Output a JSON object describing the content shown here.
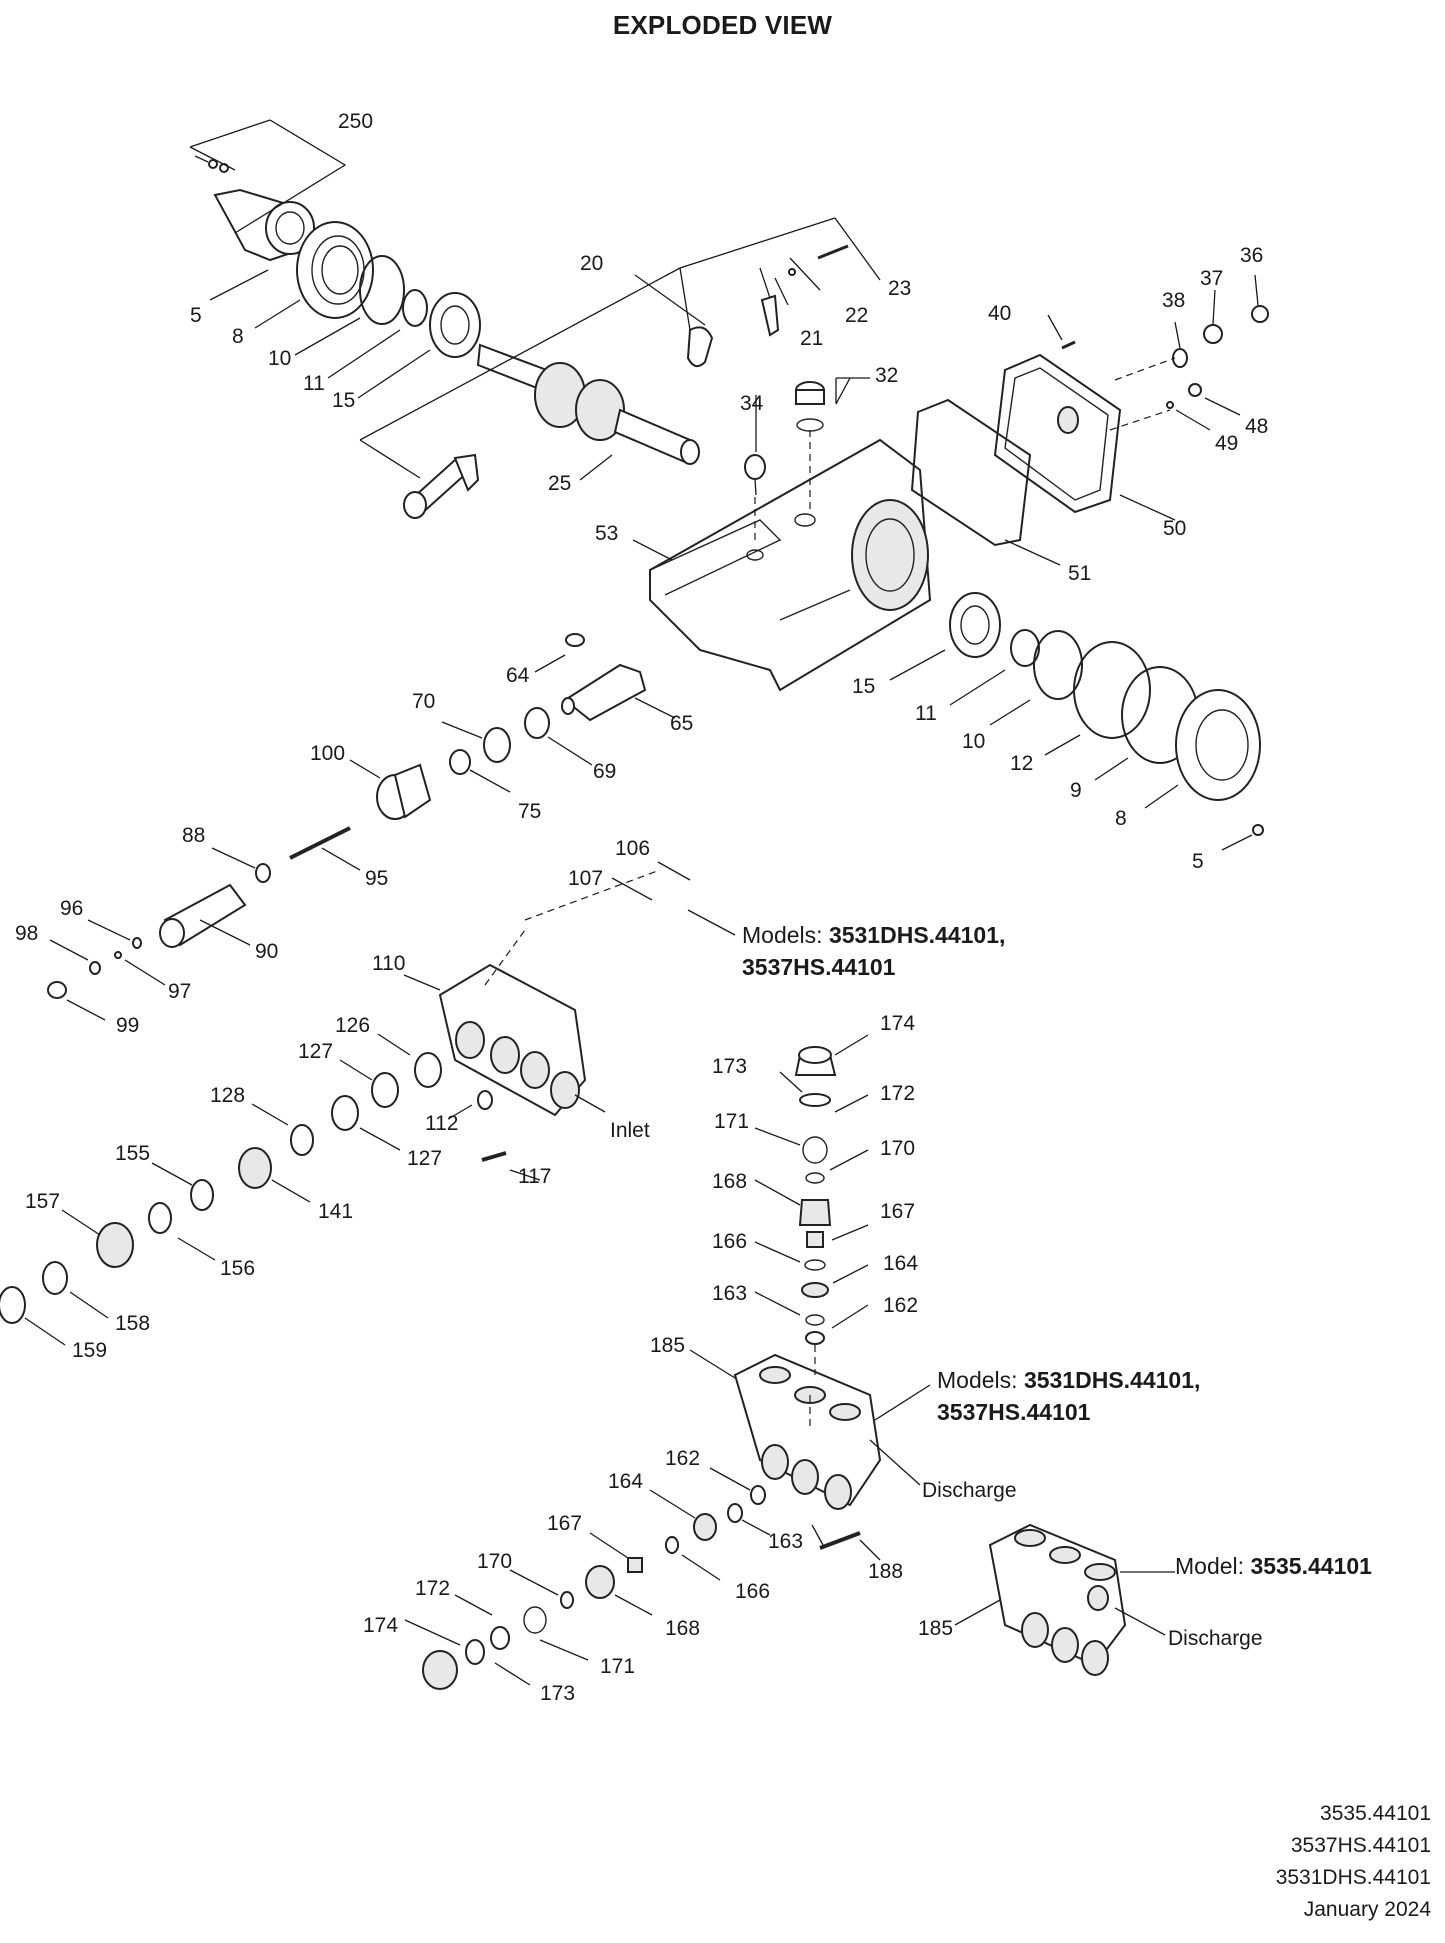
{
  "title": "EXPLODED VIEW",
  "labels": [
    "250",
    "5",
    "8",
    "10",
    "11",
    "15",
    "20",
    "23",
    "22",
    "21",
    "36",
    "38",
    "37",
    "40",
    "32",
    "34",
    "25",
    "48",
    "49",
    "50",
    "51",
    "53",
    "64",
    "65",
    "70",
    "69",
    "100",
    "75",
    "15",
    "11",
    "10",
    "12",
    "9",
    "8",
    "5",
    "88",
    "95",
    "96",
    "98",
    "97",
    "90",
    "99",
    "106",
    "107",
    "110",
    "126",
    "127",
    "128",
    "112",
    "127",
    "117",
    "155",
    "141",
    "157",
    "156",
    "158",
    "159",
    "174",
    "173",
    "172",
    "171",
    "170",
    "168",
    "167",
    "166",
    "164",
    "163",
    "162",
    "185",
    "162",
    "164",
    "167",
    "170",
    "166",
    "168",
    "172",
    "174",
    "171",
    "173",
    "163",
    "188",
    "185",
    "Inlet",
    "Discharge",
    "Discharge"
  ],
  "notes": {
    "inlet_models_prefix": "Models: ",
    "inlet_models_bold_1": "3531DHS.44101,",
    "inlet_models_bold_2": "3537HS.44101",
    "discharge_models_prefix": "Models: ",
    "discharge_models_bold_1": "3531DHS.44101,",
    "discharge_models_bold_2": "3537HS.44101",
    "model_prefix": "Model: ",
    "model_bold": "3535.44101"
  },
  "footer": {
    "line1": "3535.44101",
    "line2": "3537HS.44101",
    "line3": "3531DHS.44101",
    "line4": "January 2024"
  }
}
